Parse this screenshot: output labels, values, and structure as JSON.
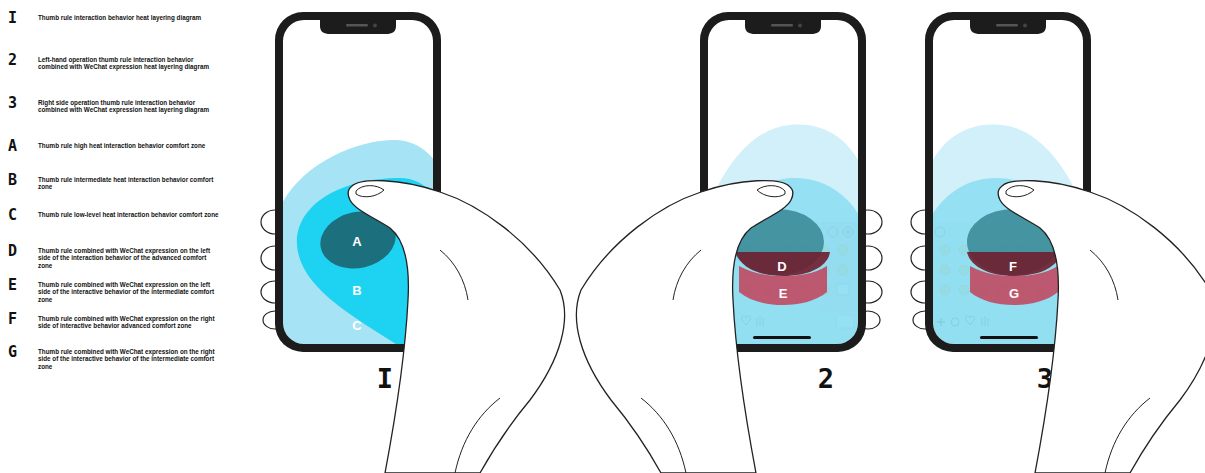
{
  "diagram": {
    "nodes": [
      {
        "text": [
          "I"
        ]
      },
      {
        "text": [
          "C"
        ],
        "in": 0
      },
      {
        "text": [
          "B"
        ],
        "in": 1
      },
      {
        "text": [
          "A"
        ],
        "in": 2
      },
      {
        "text": [
          "2"
        ]
      },
      {
        "text": [
          "D"
        ],
        "in": 4
      },
      {
        "text": [
          "E"
        ],
        "in": 4
      },
      {
        "text": [
          "3"
        ]
      },
      {
        "text": [
          "F"
        ],
        "in": 7
      },
      {
        "text": [
          "G"
        ],
        "in": 7
      }
    ],
    "labels": [
      "I",
      "Thumb rule interaction behavior heat layering diagram",
      "2",
      "Left-hand operation thumb rule interaction behavior combined with WeChat expression heat layering diagram",
      "3",
      "Right side operation thumb rule interaction behavior combined with WeChat expression heat layering diagram",
      "A",
      "Thumb rule high heat interaction behavior comfort zone",
      "B",
      "Thumb rule intermediate heat interaction behavior comfort zone",
      "C",
      "Thumb rule low-level heat interaction behavior comfort zone",
      "D",
      "Thumb rule combined with WeChat expression on the left side of the interaction behavior of the advanced comfort zone",
      "E",
      "Thumb rule combined with WeChat expression on the left side of the interactive behavior of the intermediate comfort zone",
      "F",
      "Thumb rule combined with WeChat expression on the right side of interactive behavior advanced comfort zone",
      "G",
      "Thumb rule combined with WeChat expression on the right side of the interactive behavior of the intermediate comfort zone"
    ]
  }
}
